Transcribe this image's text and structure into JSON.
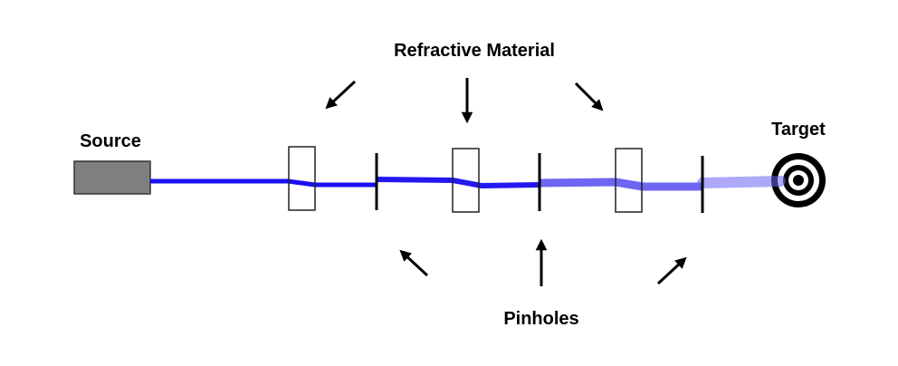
{
  "labels": {
    "source": "Source",
    "target": "Target",
    "refractive_material": "Refractive Material",
    "pinholes": "Pinholes"
  },
  "colors": {
    "beam": "#1a0ff2",
    "beam_diffuse": "#5a50f0",
    "source_fill": "#7f7f7f",
    "target": "#000000"
  }
}
